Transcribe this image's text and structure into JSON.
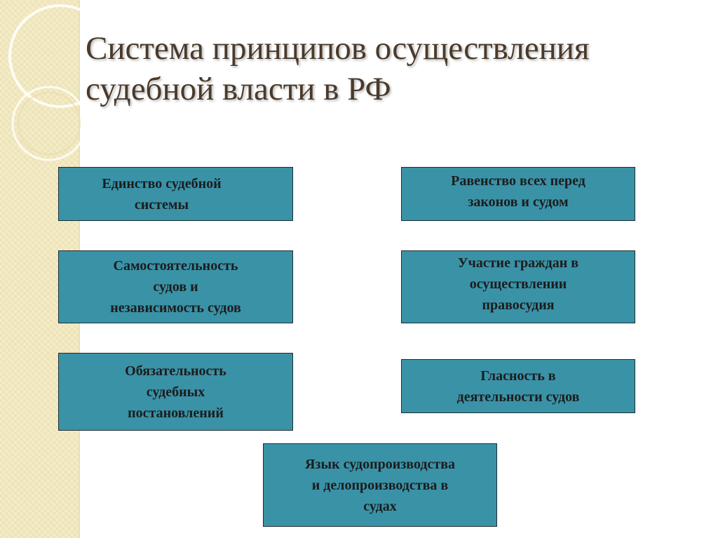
{
  "title": "Система принципов осуществления\nсудебной власти в РФ",
  "principles": [
    {
      "label": "Единство судебной\nсистемы"
    },
    {
      "label": "Равенство всех перед\nзаконов и судом"
    },
    {
      "label": "Самостоятельность\nсудов и\nнезависимость судов"
    },
    {
      "label": "Участие граждан в\nосуществлении\nправосудия"
    },
    {
      "label": "Обязательность\nсудебных\nпостановлений"
    },
    {
      "label": "Гласность в\nдеятельности судов"
    },
    {
      "label": "Язык судопроизводства\nи делопроизводства в\nсудах"
    }
  ],
  "colors": {
    "box_fill": "#3a92a7",
    "box_border": "#1e2e33",
    "title": "#4a3a2a",
    "side_strip": "#f4ecc6"
  }
}
